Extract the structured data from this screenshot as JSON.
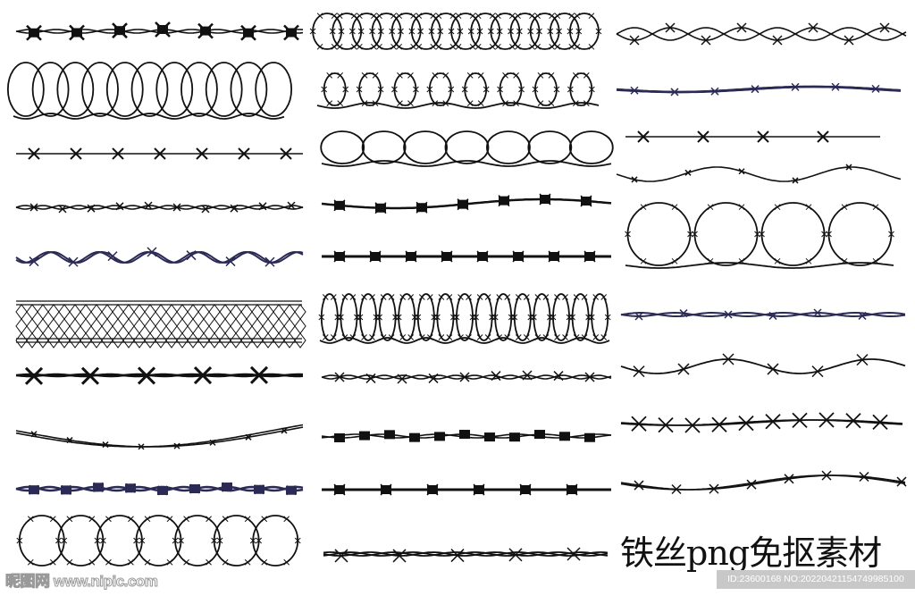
{
  "title": "铁丝png免抠素材",
  "watermark": {
    "site": "昵图网 www.nipic.com",
    "id_text": "ID:23600168 NO:20220421154749985100"
  },
  "colors": {
    "wire_black": "#111111",
    "wire_navy": "#2a2a55",
    "id_bar": "#c8c8c8"
  }
}
